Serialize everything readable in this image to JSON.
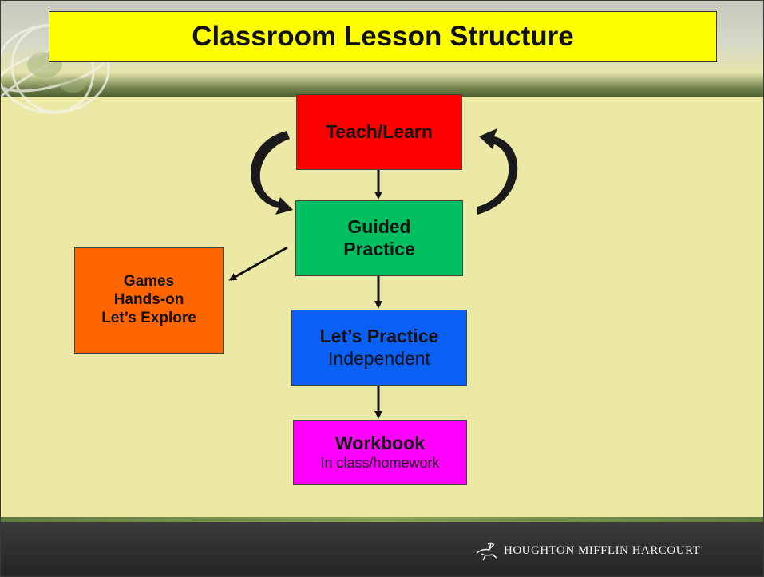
{
  "title": "Classroom Lesson Structure",
  "nodes": {
    "teach": {
      "label": "Teach/Learn"
    },
    "guided": {
      "lines": [
        "Guided",
        "Practice"
      ]
    },
    "lets_practice": {
      "label": "Let’s Practice",
      "sublabel": "Independent"
    },
    "workbook": {
      "label": "Workbook",
      "sublabel": "In class/homework"
    },
    "games": {
      "lines": [
        "Games",
        "Hands-on",
        "Let’s Explore"
      ]
    }
  },
  "footer": {
    "publisher": "HOUGHTON MIFFLIN HARCOURT"
  },
  "colors": {
    "title_bg": "#ffff00",
    "teach": "#ff0000",
    "guided": "#00bf60",
    "lets_practice": "#0b61f5",
    "workbook": "#ff00ff",
    "games": "#ff6600",
    "background": "#ece8a6"
  },
  "icons": [
    "globe-decoration-icon",
    "publisher-logo-icon"
  ]
}
